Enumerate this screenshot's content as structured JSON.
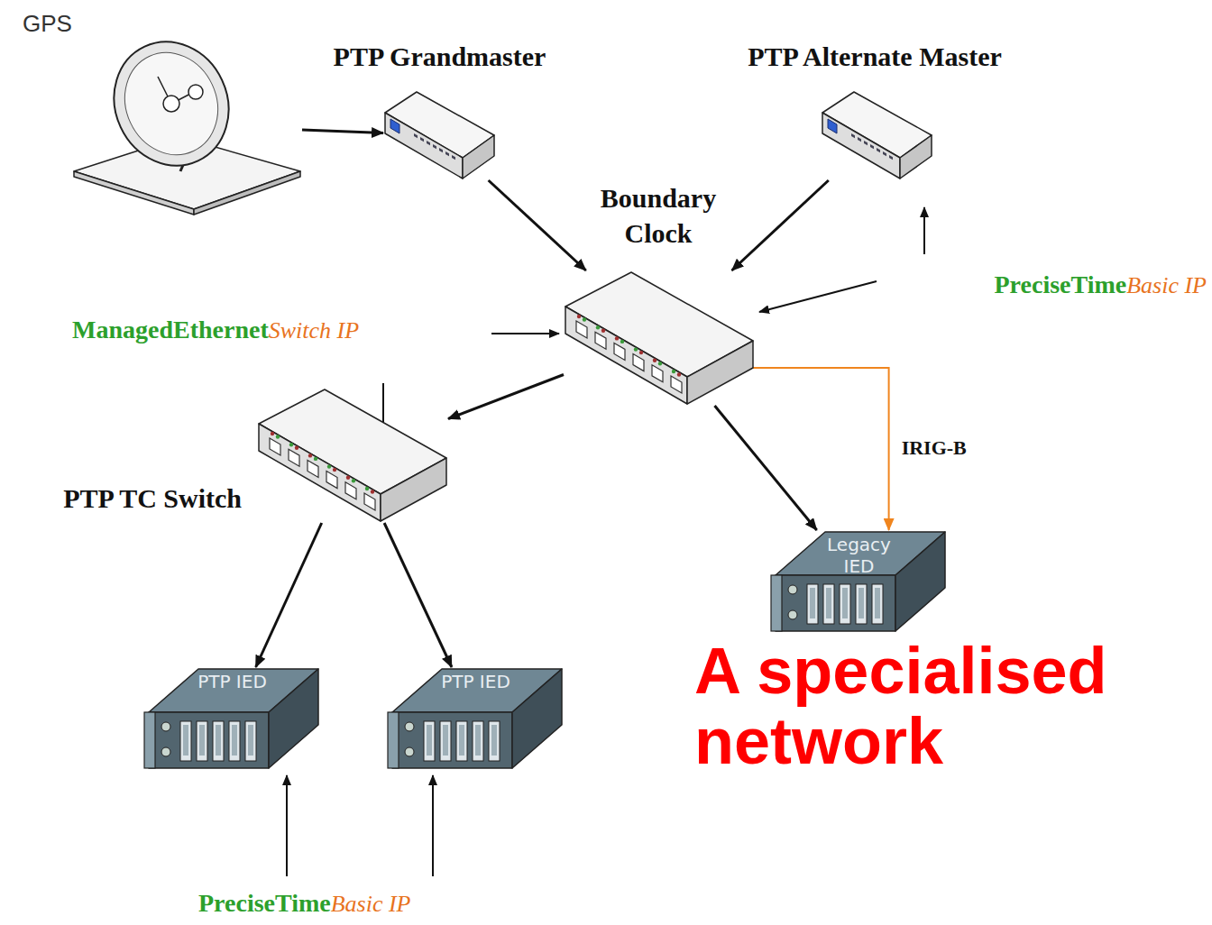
{
  "diagram": {
    "nodes": [
      {
        "text": [
          "GPS"
        ]
      },
      {
        "text": [
          "PTP Grandmaster"
        ]
      },
      {
        "text": [
          "PTP Alternate Master"
        ]
      },
      {
        "text": [
          "Boundary Clock"
        ]
      },
      {
        "text": [
          "PTP TC Switch"
        ]
      },
      {
        "text": [
          "Legacy IED"
        ]
      },
      {
        "text": [
          "PTP IED"
        ]
      },
      {
        "text": [
          "PTP IED"
        ]
      }
    ],
    "edges": [
      {
        "from": 0,
        "to": 1,
        "arrow": "to"
      },
      {
        "from": 1,
        "to": 3,
        "arrow": "to"
      },
      {
        "from": 2,
        "to": 3,
        "arrow": "to"
      },
      {
        "from": 3,
        "to": 4,
        "arrow": "to"
      },
      {
        "from": 3,
        "to": 5,
        "arrow": "to"
      },
      {
        "from": 3,
        "to": 5,
        "label": "IRIG-B",
        "arrow": "to"
      },
      {
        "from": 4,
        "to": 6,
        "arrow": "to"
      },
      {
        "from": 4,
        "to": 7,
        "arrow": "to"
      }
    ],
    "labels": [
      "ManagedEthernet",
      "Switch IP",
      "PreciseTime",
      "Basic IP",
      "PreciseTime",
      "Basic IP",
      "A specialised network"
    ]
  }
}
